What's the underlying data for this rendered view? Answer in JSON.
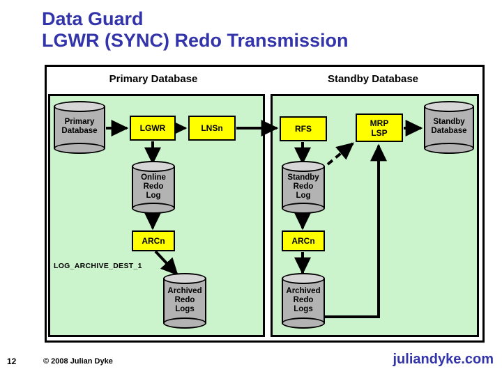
{
  "slide": {
    "title_line1": "Data Guard",
    "title_line2": "LGWR (SYNC) Redo Transmission",
    "accent_color": "#3333aa",
    "panel_fill": "#ccf4cc",
    "process_fill": "#ffff00",
    "storage_fill": "#b3b3b3"
  },
  "primary": {
    "header": "Primary Database",
    "database_cylinder": "Primary\nDatabase",
    "database_cylinder_l1": "Primary",
    "database_cylinder_l2": "Database",
    "lgwr": "LGWR",
    "lnsn": "LNSn",
    "online_redo_log_l1": "Online",
    "online_redo_log_l2": "Redo",
    "online_redo_log_l3": "Log",
    "arcn": "ARCn",
    "log_archive_dest": "LOG_ARCHIVE_DEST_1",
    "archived_logs_l1": "Archived",
    "archived_logs_l2": "Redo",
    "archived_logs_l3": "Logs"
  },
  "standby": {
    "header": "Standby Database",
    "rfs": "RFS",
    "mrp": "MRP",
    "lsp": "LSP",
    "standby_redo_log_l1": "Standby",
    "standby_redo_log_l2": "Redo",
    "standby_redo_log_l3": "Log",
    "arcn": "ARCn",
    "archived_logs_l1": "Archived",
    "archived_logs_l2": "Redo",
    "archived_logs_l3": "Logs",
    "database_cylinder_l1": "Standby",
    "database_cylinder_l2": "Database"
  },
  "footer": {
    "slide_number": "12",
    "copyright": "© 2008 Julian Dyke",
    "website": "juliandyke.com"
  }
}
